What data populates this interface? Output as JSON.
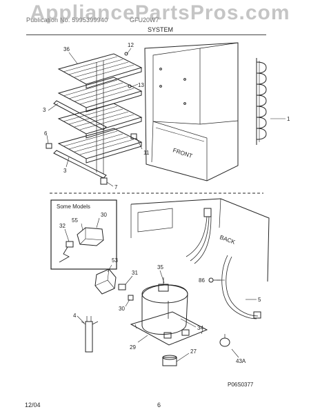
{
  "watermark": "AppliancePartsPros.com",
  "header": {
    "left": "Publication No. 5995399940",
    "right": "GFU20W7",
    "subtitle": "SYSTEM"
  },
  "inset": {
    "title": "Some Models"
  },
  "labels": {
    "l36": "36",
    "l12": "12",
    "l13": "13",
    "l3a": "3",
    "l6": "6",
    "l3b": "3",
    "l11": "11",
    "l7": "7",
    "l1": "1",
    "lfront": "FRONT",
    "l30a": "30",
    "l55": "55",
    "l32": "32",
    "lback": "BACK",
    "l53": "53",
    "l31": "31",
    "l35": "35",
    "l86": "86",
    "l30b": "30",
    "l5": "5",
    "l4": "4",
    "l34": "34",
    "l29": "29",
    "l43a": "43A",
    "l27": "27",
    "lcode": "P06S0377"
  },
  "footer": {
    "date": "12/04",
    "page": "6"
  }
}
